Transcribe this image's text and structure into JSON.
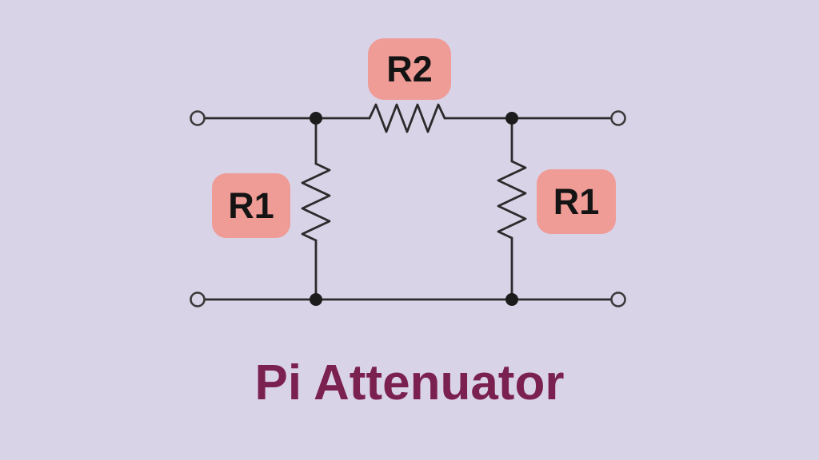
{
  "title": "Pi Attenuator",
  "labels": {
    "r2": "R2",
    "r1_left": "R1",
    "r1_right": "R1"
  },
  "colors": {
    "background": "#D9D3E8",
    "label_fill": "#EF9B96",
    "label_text": "#141414",
    "wire": "#2B2B2B",
    "title_text": "#7B2150"
  },
  "diagram": {
    "kind": "circuit-schematic",
    "topology": "pi-attenuator",
    "component_refs": [
      "R1",
      "R2",
      "R1"
    ]
  }
}
